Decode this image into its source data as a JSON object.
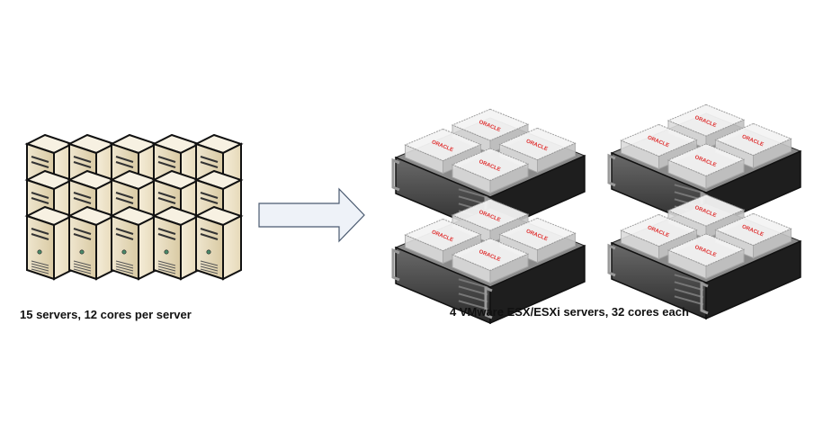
{
  "left_group": {
    "caption": "15 servers, 12 cores per server",
    "server_count": 15,
    "rows": 3,
    "columns": 5,
    "icon": "tower-server-icon",
    "color": "#e8dcc0"
  },
  "arrow": {
    "icon": "right-arrow-icon",
    "fill": "#eef2f8",
    "stroke": "#4a5a70"
  },
  "right_group": {
    "caption": "4 VMware ESX/ESXi servers, 32 cores each",
    "server_count": 4,
    "icon": "rack-server-icon",
    "logo_text": "ORACLE",
    "logo_color": "#e03030"
  }
}
